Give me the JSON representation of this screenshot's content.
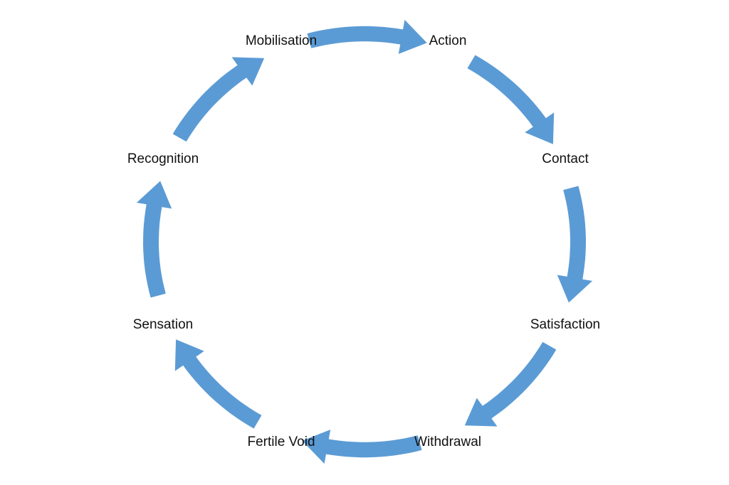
{
  "diagram": {
    "stages": [
      "Mobilisation",
      "Action",
      "Contact",
      "Satisfaction",
      "Withdrawal",
      "Fertile Void",
      "Sensation",
      "Recognition"
    ],
    "arrow_color": "#5b9bd5",
    "arrow_icon": "curved-arrow-icon",
    "direction": "clockwise"
  }
}
